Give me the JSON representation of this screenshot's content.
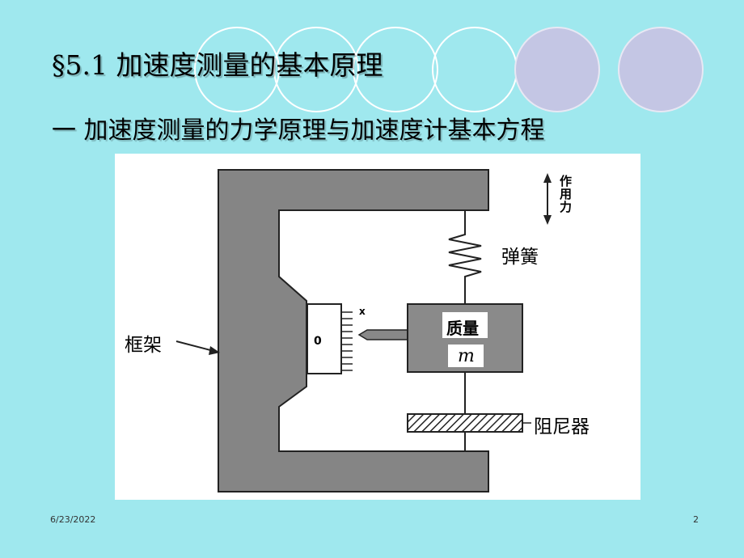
{
  "slide": {
    "title": "§5.1 加速度测量的基本原理",
    "subtitle": "一 加速度测量的力学原理与加速度计基本方程",
    "date": "6/23/2022",
    "page_number": "2"
  },
  "diagram": {
    "labels": {
      "force": "作用力",
      "spring": "弹簧",
      "frame": "框架",
      "damper": "阻尼器",
      "mass": "质量",
      "mass_symbol": "m",
      "displacement": "x",
      "zero_mark": "0"
    }
  },
  "colors": {
    "background": "#9fe8ee",
    "frame_fill": "#858585",
    "circle_fill": "#c4c6e4"
  }
}
